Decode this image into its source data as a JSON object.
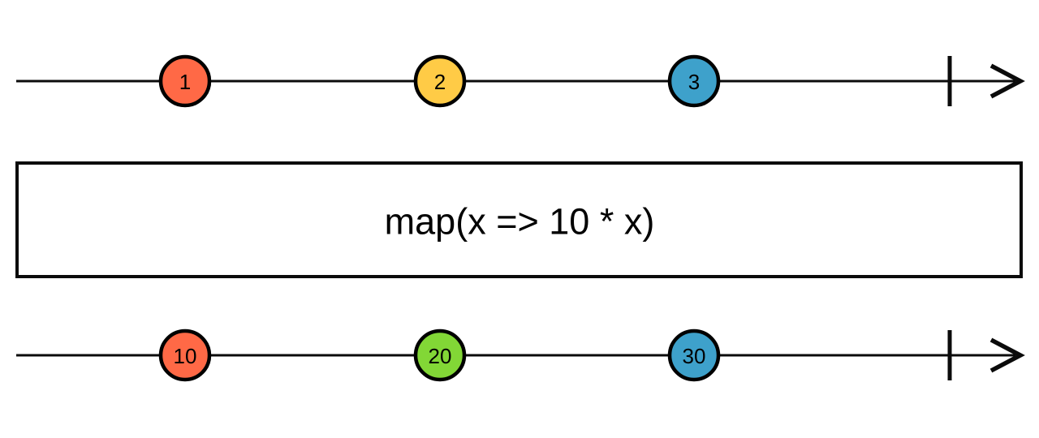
{
  "canvas": {
    "background_color": "#ffffff",
    "line_color": "#0b0b0b"
  },
  "operator": {
    "label": "map(x => 10 * x)"
  },
  "input_stream": {
    "marbles": [
      {
        "value": "1",
        "color": "#FF6946"
      },
      {
        "value": "2",
        "color": "#FFCB46"
      },
      {
        "value": "3",
        "color": "#3EA1CB"
      }
    ]
  },
  "output_stream": {
    "marbles": [
      {
        "value": "10",
        "color": "#FF6946"
      },
      {
        "value": "20",
        "color": "#82D736"
      },
      {
        "value": "30",
        "color": "#3EA1CB"
      }
    ]
  }
}
